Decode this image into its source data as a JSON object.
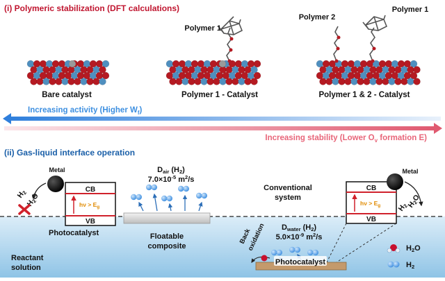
{
  "section1": {
    "title": "(i) Polymeric stabilization (DFT calculations)",
    "bare_label": "Bare catalyst",
    "polymer1_label": "Polymer 1 - Catalyst",
    "polymer12_label": "Polymer 1 & 2 - Catalyst",
    "polymer1_tag_mid": "Polymer 1",
    "polymer2_tag": "Polymer 2",
    "polymer1_tag_right": "Polymer 1"
  },
  "arrows": {
    "activity": "Increasing activity (Higher W",
    "activity_sub": "f",
    "activity_end": ")",
    "stability": "Increasing stability (Lower O",
    "stability_sub": "v",
    "stability_end": " formation E)"
  },
  "section2": {
    "title": "(ii) Gas-liquid interface operation",
    "metal_left": "Metal",
    "metal_right": "Metal",
    "cb_left": "CB",
    "vb_left": "VB",
    "cb_right": "CB",
    "vb_right": "VB",
    "hv_left": "hν > E",
    "hv_left_sub": "g",
    "hv_right": "hν > E",
    "hv_right_sub": "g",
    "h2_left": "H",
    "h2_left_sub": "2",
    "h2o_left": "H",
    "h2o_left_sub": "2",
    "h2o_left_end": "O",
    "h2_right": "H",
    "h2_right_sub": "2",
    "h2o_right": "H",
    "h2o_right_sub": "2",
    "h2o_right_end": "O",
    "photocatalyst_left": "Photocatalyst",
    "floatable": "Floatable",
    "composite": "composite",
    "reactant": "Reactant",
    "solution": "solution",
    "d_air": "D",
    "d_air_sub": "air",
    "d_air_end": " (H",
    "d_air_h2sub": "2",
    "d_air_close": ")",
    "d_air_value": "7.0×10",
    "d_air_exp": "-5",
    "d_air_unit": " m",
    "d_air_unit_exp": "2",
    "d_air_unit_end": "/s",
    "conventional": "Conventional",
    "system": "system",
    "d_water": "D",
    "d_water_sub": "water",
    "d_water_end": " (H",
    "d_water_h2sub": "2",
    "d_water_close": ")",
    "d_water_value": "5.0×10",
    "d_water_exp": "-9",
    "d_water_unit": " m",
    "d_water_unit_exp": "2",
    "d_water_unit_end": "/s",
    "back": "Back",
    "oxidation": "oxidation",
    "photocatalyst_right": "Photocatalyst",
    "legend_h2o": "H",
    "legend_h2o_sub": "2",
    "legend_h2o_end": "O",
    "legend_h2": "H",
    "legend_h2_sub": "2"
  },
  "colors": {
    "title_red": "#c0152f",
    "title_blue": "#1a5fa8",
    "oxygen_red": "#b51a22",
    "metal_blue": "#4f8fbf",
    "activity_blue": "#3d8fe0",
    "stability_pink": "#e8667a",
    "water_top": "#d7eaf6",
    "water_bottom": "#9ccbe9",
    "band_red": "#d0212b",
    "hv_orange": "#e08a00",
    "plate_gray": "#d9d9d9",
    "plate_brown": "#c49a6c"
  }
}
